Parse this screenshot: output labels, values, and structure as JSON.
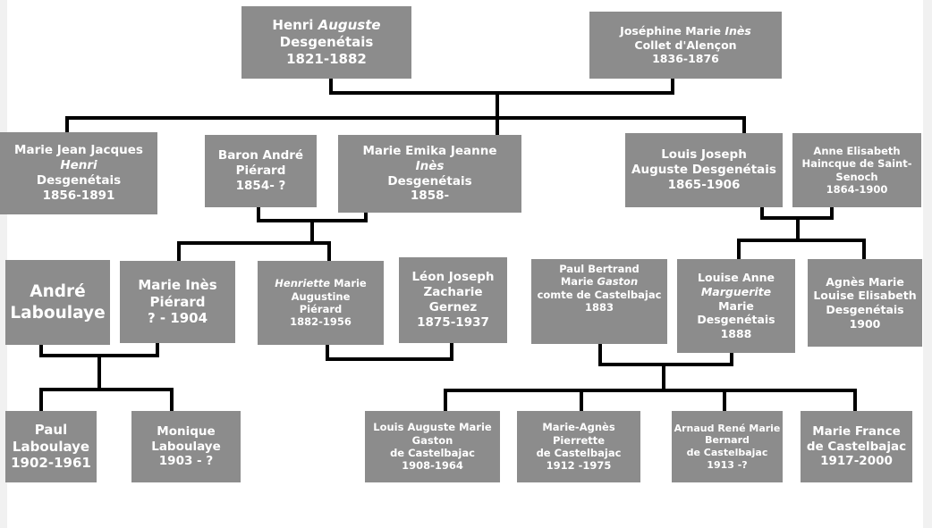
{
  "people": {
    "henri_auguste": {
      "first": "Henri",
      "italic": "Auguste",
      "surname": "Desgenétais",
      "dates": "1821-1882"
    },
    "josephine": {
      "first": "Joséphine Marie",
      "italic": "Inès",
      "surname": "Collet d'Alençon",
      "dates": "1836-1876"
    },
    "marie_jean_henri": {
      "first": "Marie Jean Jacques",
      "italic": "Henri",
      "surname": "Desgenétais",
      "dates": "1856-1891"
    },
    "andre_pierard": {
      "line1": "Baron André",
      "line2": "Piérard",
      "dates": "1854- ?"
    },
    "marie_emika_ines": {
      "first": "Marie Emika Jeanne",
      "italic": "Inès",
      "surname": "Desgenétais",
      "dates": "1858-"
    },
    "louis_joseph": {
      "line1": "Louis Joseph",
      "line2": "Auguste Desgenétais",
      "dates": "1865-1906"
    },
    "anne_elisabeth": {
      "line1": "Anne Elisabeth",
      "line2": "Haincque de Saint-",
      "line3": "Senoch",
      "dates": "1864-1900"
    },
    "andre_laboulaye": {
      "line1": "André",
      "line2": "Laboulaye"
    },
    "marie_ines_pierard": {
      "line1": "Marie Inès",
      "line2": "Piérard",
      "dates": "? - 1904"
    },
    "henriette": {
      "italic": "Henriette",
      "first": "Marie",
      "line2": "Augustine",
      "line3": "Piérard",
      "dates": "1882-1956"
    },
    "leon_joseph": {
      "line1": "Léon Joseph",
      "line2": "Zacharie",
      "line3": "Gernez",
      "dates": "1875-1937"
    },
    "paul_bertrand": {
      "line1": "Paul Bertrand",
      "first": "Marie",
      "italic": "Gaston",
      "line3": "comte de Castelbajac",
      "dates": "1883"
    },
    "louise_anne": {
      "line1": "Louise Anne",
      "italic": "Marguerite",
      "line3": "Marie",
      "line4": "Desgenétais",
      "dates": "1888"
    },
    "agnes_marie": {
      "line1": "Agnès Marie",
      "line2": "Louise Elisabeth",
      "line3": "Desgenétais",
      "dates": "1900"
    },
    "paul_laboulaye": {
      "line1": "Paul",
      "line2": "Laboulaye",
      "dates": "1902-1961"
    },
    "monique_laboulaye": {
      "line1": "Monique",
      "line2": "Laboulaye",
      "dates": "1903 - ?"
    },
    "louis_auguste_marie": {
      "line1": "Louis Auguste Marie",
      "line2": "Gaston",
      "line3": "de Castelbajac",
      "dates": "1908-1964"
    },
    "marie_agnes": {
      "line1": "Marie-Agnès",
      "line2": "Pierrette",
      "line3": "de Castelbajac",
      "dates": "1912 -1975"
    },
    "arnaud_rene": {
      "line1": "Arnaud René Marie",
      "line2": "Bernard",
      "line3": "de Castelbajac",
      "dates": "1913 -?"
    },
    "marie_france": {
      "line1": "Marie France",
      "line2": "de Castelbajac",
      "dates": "1917-2000"
    }
  },
  "colors": {
    "box": "#8c8c8c",
    "text": "#ffffff",
    "line": "#000000"
  }
}
